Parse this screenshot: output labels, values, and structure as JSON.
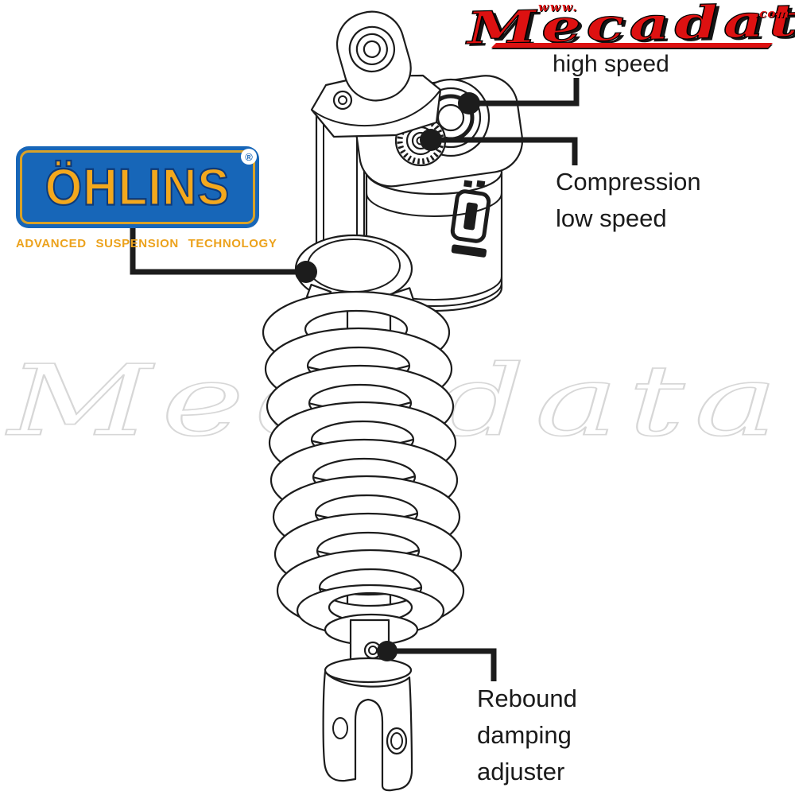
{
  "watermark": {
    "text": "Mecadata",
    "color": "#d7d7d7"
  },
  "mecadata_logo": {
    "www": "www.",
    "name": "Mecadata",
    "com": ".com",
    "brand_color": "#dd1111"
  },
  "ohlins_logo": {
    "brand": "ÖHLINS",
    "registered": "®",
    "tagline": "ADVANCED SUSPENSION TECHNOLOGY",
    "panel_color": "#1766b8",
    "text_color": "#f3a81d"
  },
  "callouts": {
    "high_speed": {
      "label": "high speed"
    },
    "compression": {
      "line1": "Compression",
      "line2": "low speed"
    },
    "rebound": {
      "line1": "Rebound",
      "line2": "damping",
      "line3": "adjuster"
    }
  },
  "diagram": {
    "line_color": "#1c1c1c",
    "dot_color": "#1c1c1c"
  }
}
